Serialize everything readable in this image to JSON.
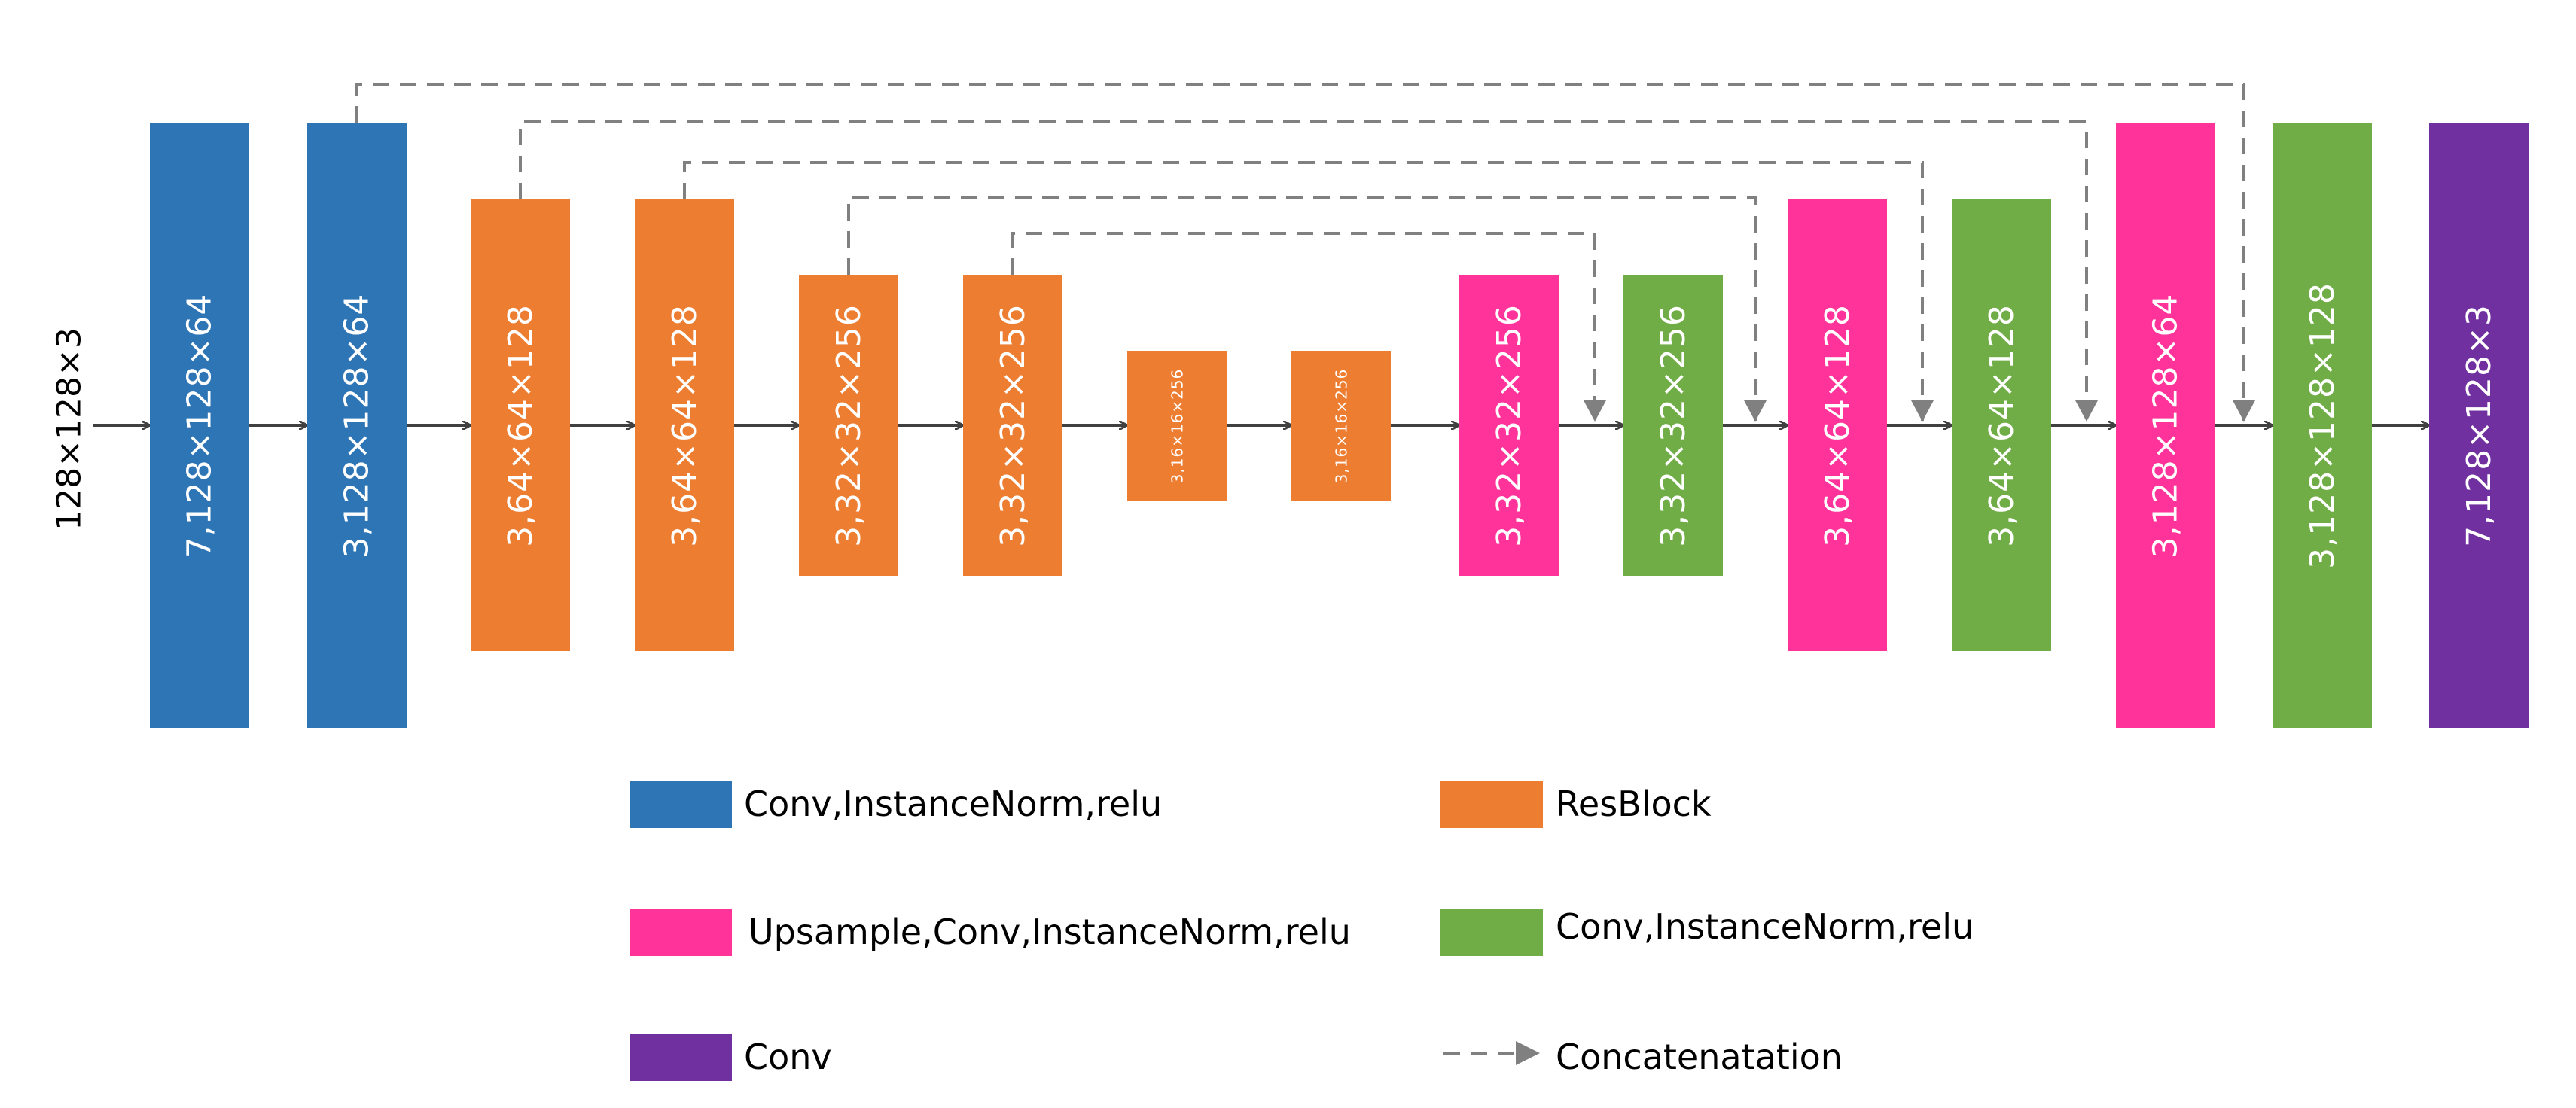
{
  "input_label": "128×128×3",
  "colors": {
    "conv_in": "#2e75b6",
    "resblock": "#ed7d31",
    "upsample": "#ff3399",
    "conv_out": "#70ad47",
    "conv_final": "#7030a0",
    "arrow": "#404040",
    "concat": "#808080"
  },
  "blocks": [
    {
      "label": "7,128×128×64",
      "type": "conv_in"
    },
    {
      "label": "3,128×128×64",
      "type": "conv_in"
    },
    {
      "label": "3,64×64×128",
      "type": "resblock"
    },
    {
      "label": "3,64×64×128",
      "type": "resblock"
    },
    {
      "label": "3,32×32×256",
      "type": "resblock"
    },
    {
      "label": "3,32×32×256",
      "type": "resblock"
    },
    {
      "label": "3,16×16×256",
      "type": "resblock"
    },
    {
      "label": "3,16×16×256",
      "type": "resblock"
    },
    {
      "label": "3,32×32×256",
      "type": "upsample"
    },
    {
      "label": "3,32×32×256",
      "type": "conv_out"
    },
    {
      "label": "3,64×64×128",
      "type": "upsample"
    },
    {
      "label": "3,64×64×128",
      "type": "conv_out"
    },
    {
      "label": "3,128×128×64",
      "type": "upsample"
    },
    {
      "label": "3,128×128×128",
      "type": "conv_out"
    },
    {
      "label": "7,128×128×3",
      "type": "conv_final"
    }
  ],
  "legend": {
    "conv_in": "Conv,InstanceNorm,relu",
    "resblock": "ResBlock",
    "upsample": "Upsample,Conv,InstanceNorm,relu",
    "conv_out": "Conv,InstanceNorm,relu",
    "conv_final": "Conv",
    "concat": "Concatenatation"
  }
}
